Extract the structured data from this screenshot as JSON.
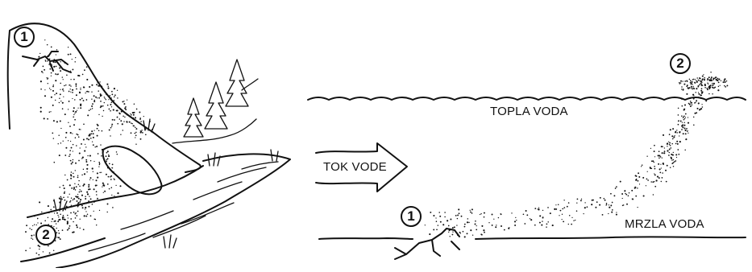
{
  "left_scene": {
    "marker_1": "1",
    "marker_2": "2"
  },
  "right_scene": {
    "flow_label": "TOK VODE",
    "warm_water_label": "TOPLA VODA",
    "cold_water_label": "MRZLA VODA",
    "marker_1": "1",
    "marker_2": "2"
  }
}
